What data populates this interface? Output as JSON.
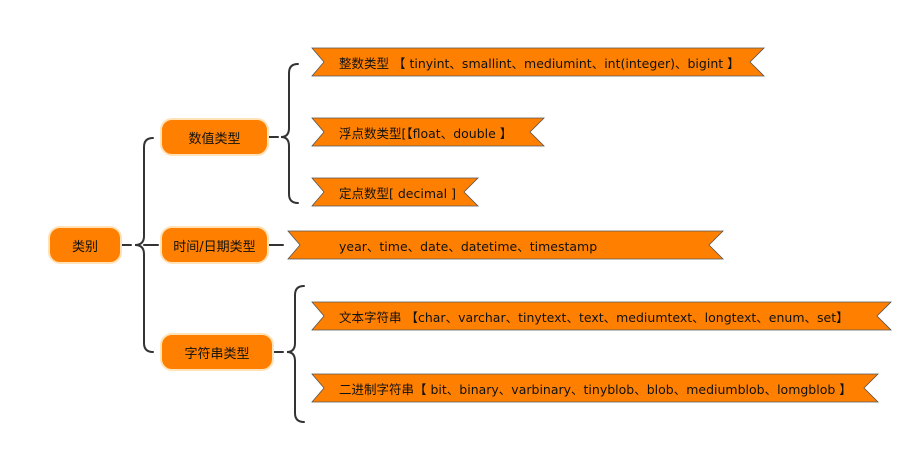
{
  "root": {
    "label": "类别"
  },
  "categories": [
    {
      "label": "数值类型"
    },
    {
      "label": "时间/日期类型"
    },
    {
      "label": "字符串类型"
    }
  ],
  "leaves": [
    {
      "text": "整数类型 【 tinyint、smallint、mediumint、int(integer)、bigint 】"
    },
    {
      "text": "浮点数类型[【float、double 】"
    },
    {
      "text": "定点数型[ decimal ]"
    },
    {
      "text": "year、time、date、datetime、timestamp"
    },
    {
      "text": "文本字符串 【char、varchar、tinytext、text、mediumtext、longtext、enum、set】"
    },
    {
      "text": "二进制字符串【 bit、binary、varbinary、tinyblob、blob、mediumblob、lomgblob 】"
    }
  ],
  "colors": {
    "node_fill": "#FF8000",
    "node_border": "#FFE2B8",
    "ribbon_fill": "#FF8000",
    "line": "#333333"
  }
}
